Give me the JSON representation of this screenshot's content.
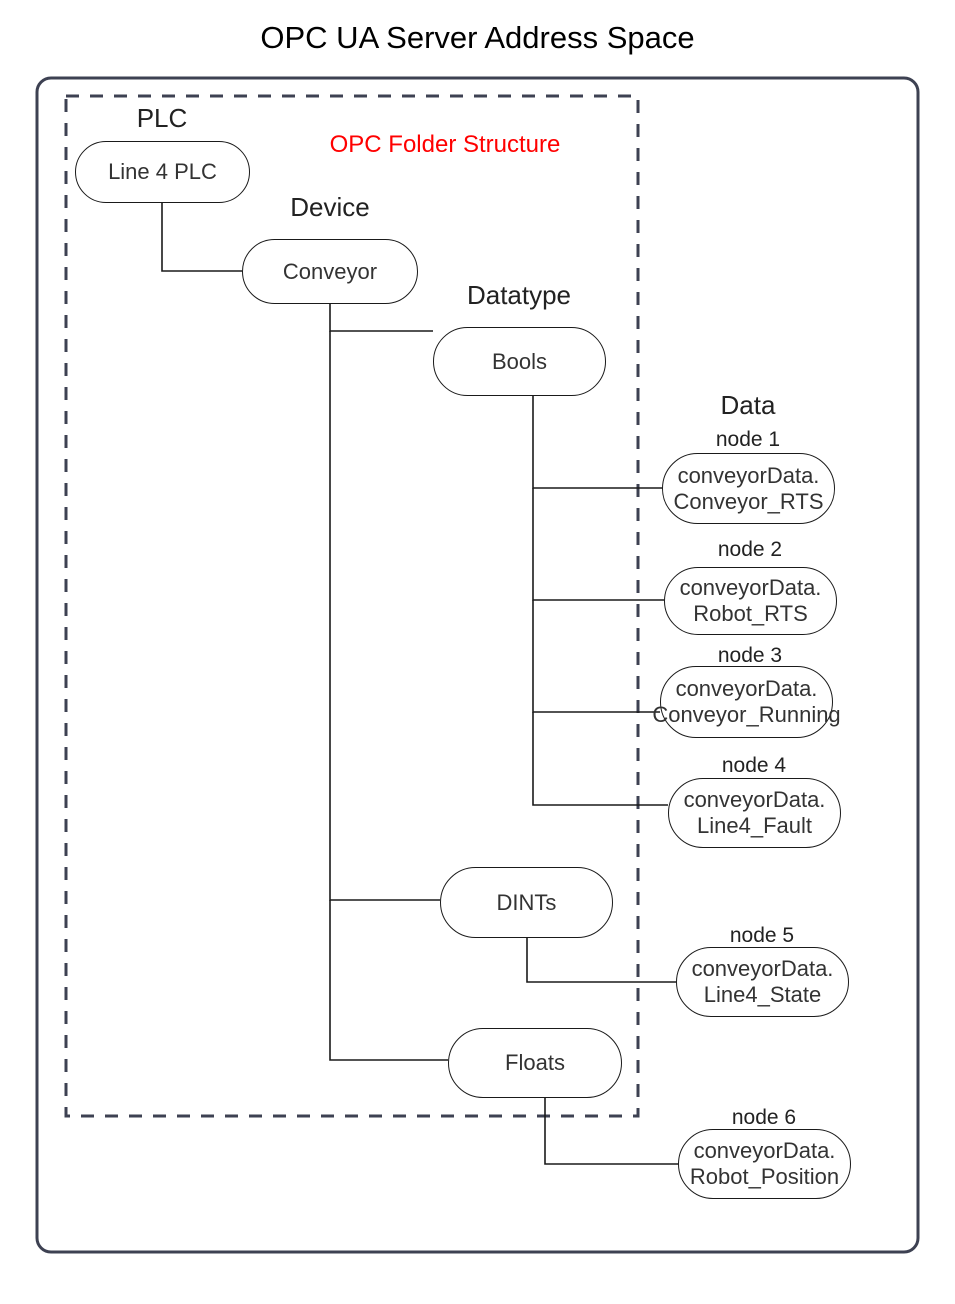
{
  "title": "OPC UA Server Address Space",
  "annotation": {
    "text": "OPC Folder Structure",
    "color": "#ff0000"
  },
  "colors": {
    "outer_border": "#3d4152",
    "dashed_border": "#3d4152",
    "node_border": "#1a1a1a",
    "wire": "#1a1a1a",
    "text": "#222222",
    "background": "#ffffff"
  },
  "category_labels": [
    {
      "id": "plc",
      "text": "PLC"
    },
    {
      "id": "device",
      "text": "Device"
    },
    {
      "id": "datatype",
      "text": "Datatype"
    },
    {
      "id": "data",
      "text": "Data"
    }
  ],
  "folders": [
    {
      "id": "line4-plc",
      "label": "Line 4 PLC",
      "category": "PLC"
    },
    {
      "id": "conveyor",
      "label": "Conveyor",
      "category": "Device"
    },
    {
      "id": "bools",
      "label": "Bools",
      "category": "Datatype"
    },
    {
      "id": "dints",
      "label": "DINTs",
      "category": "Datatype"
    },
    {
      "id": "floats",
      "label": "Floats",
      "category": "Datatype"
    }
  ],
  "data_nodes": [
    {
      "id": "node-1",
      "tag": "node 1",
      "line1": "conveyorData.",
      "line2": "Conveyor_RTS",
      "parent": "Bools"
    },
    {
      "id": "node-2",
      "tag": "node 2",
      "line1": "conveyorData.",
      "line2": "Robot_RTS",
      "parent": "Bools"
    },
    {
      "id": "node-3",
      "tag": "node 3",
      "line1": "conveyorData.",
      "line2": "Conveyor_Running",
      "parent": "Bools"
    },
    {
      "id": "node-4",
      "tag": "node 4",
      "line1": "conveyorData.",
      "line2": "Line4_Fault",
      "parent": "Bools"
    },
    {
      "id": "node-5",
      "tag": "node 5",
      "line1": "conveyorData.",
      "line2": "Line4_State",
      "parent": "DINTs"
    },
    {
      "id": "node-6",
      "tag": "node 6",
      "line1": "conveyorData.",
      "line2": "Robot_Position",
      "parent": "Floats"
    }
  ]
}
